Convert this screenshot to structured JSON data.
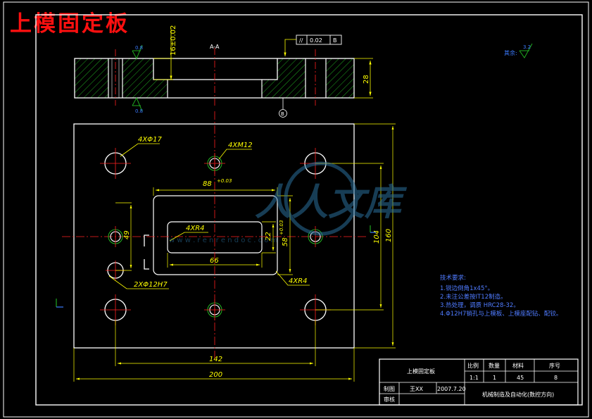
{
  "title": "上模固定板",
  "dims": {
    "d16": "16±0.02",
    "d28": "28",
    "d88": "88",
    "d88_tol": "+0.03",
    "d58": "58",
    "d58_tol": "+0.03",
    "d22": "22",
    "d49": "49",
    "d66": "66",
    "d104": "104",
    "d160": "160",
    "d142": "142",
    "d200": "200"
  },
  "callouts": {
    "holes17": "4XΦ17",
    "m12": "4XM12",
    "r4_in": "4XR4",
    "r4_out": "4XR4",
    "h7": "2XΦ12H7"
  },
  "roughness": {
    "r1": "0.8",
    "r2": "0.8",
    "r3": "3.2",
    "rest_label": "其余:"
  },
  "markers": {
    "section": "A-A",
    "datum": "B"
  },
  "gdt": {
    "symbol": "//",
    "value": "0.02",
    "datum": "B"
  },
  "tech": {
    "heading": "技术要求:",
    "lines": [
      "1.锐边倒角1x45°。",
      "2.未注公差按IT12制造。",
      "3.热处理，调质 HRC28-32。",
      "4.Φ12H7销孔与上模板、上模座配钻、配铰。"
    ]
  },
  "titleblock": {
    "name": "上模固定板",
    "h_scale": "比例",
    "h_qty": "数量",
    "h_mat": "材料",
    "h_no": "序号",
    "v_scale": "1:1",
    "v_qty": "1",
    "v_mat": "45",
    "v_no": "8",
    "drawn_label": "制图",
    "drawn_name": "王XX",
    "date": "2007.7.20",
    "check_label": "审核",
    "org": "机械制造及自动化(数控方向)"
  },
  "watermark": {
    "text": "人人文库",
    "url": "w w w . r e n r e n d o c . c o m"
  }
}
